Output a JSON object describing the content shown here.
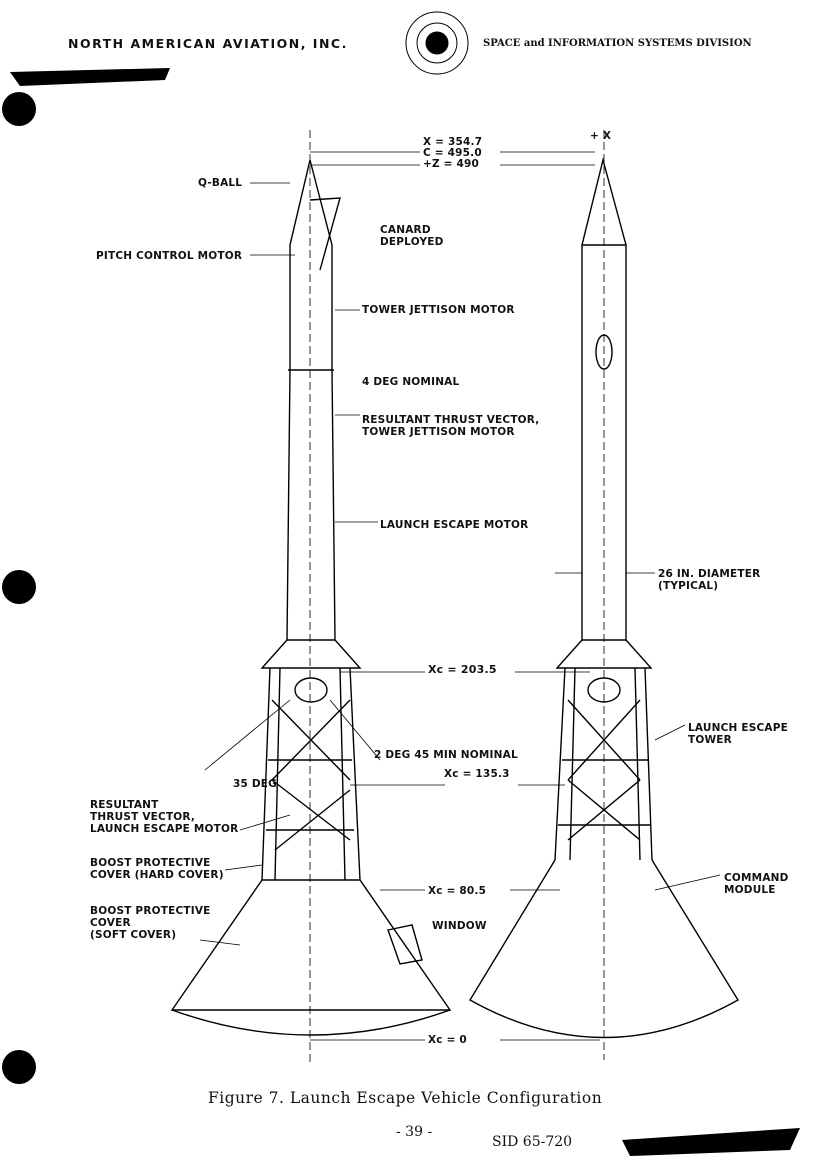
{
  "header": {
    "company": "NORTH AMERICAN AVIATION, INC.",
    "division": "SPACE and INFORMATION SYSTEMS DIVISION"
  },
  "labels": {
    "q_ball": "Q-BALL",
    "canard": [
      "CANARD",
      "DEPLOYED"
    ],
    "pitch_motor": "PITCH CONTROL MOTOR",
    "tower_jettison": "TOWER JETTISON MOTOR",
    "four_deg": "4 DEG NOMINAL",
    "resultant_tj": [
      "RESULTANT THRUST VECTOR,",
      "TOWER JETTISON MOTOR"
    ],
    "les_motor": "LAUNCH ESCAPE MOTOR",
    "diameter": [
      "26 IN. DIAMETER",
      "(TYPICAL)"
    ],
    "xc_2035": "Xc = 203.5",
    "les_tower": [
      "LAUNCH ESCAPE",
      "TOWER"
    ],
    "two_deg": "2 DEG 45 MIN NOMINAL",
    "xc_1353": "Xc = 135.3",
    "thirtyfive": "35 DEG",
    "resultant_lem": [
      "RESULTANT",
      "THRUST VECTOR,",
      "LAUNCH ESCAPE MOTOR"
    ],
    "bpc_hard": [
      "BOOST PROTECTIVE",
      "COVER (HARD COVER)"
    ],
    "command_module": [
      "COMMAND",
      "MODULE"
    ],
    "xc_805": "Xc = 80.5",
    "bpc_soft": [
      "BOOST PROTECTIVE",
      "COVER",
      "(SOFT COVER)"
    ],
    "window": "WINDOW",
    "xc_0": "Xc = 0",
    "coords": [
      "X = 354.7",
      "C = 495.0",
      "+Z = 490"
    ],
    "axis": "+ X"
  },
  "caption": "Figure 7.  Launch Escape Vehicle Configuration",
  "page_number": "- 39 -",
  "doc_id": "SID 65-720"
}
